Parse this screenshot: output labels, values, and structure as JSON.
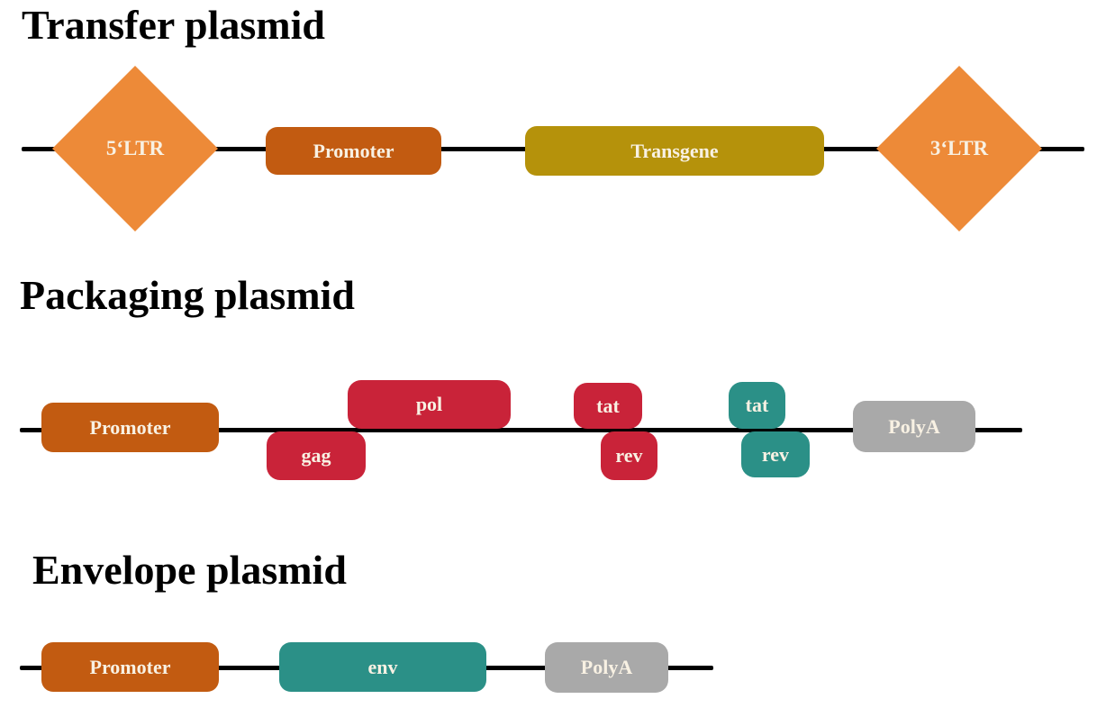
{
  "transfer": {
    "title": "Transfer plasmid",
    "segments": {
      "ltr5": "5‘LTR",
      "promoter": "Promoter",
      "transgene": "Transgene",
      "ltr3": "3‘LTR"
    }
  },
  "packaging": {
    "title": "Packaging plasmid",
    "segments": {
      "promoter": "Promoter",
      "gag": "gag",
      "pol": "pol",
      "tat_crimson": "tat",
      "rev_crimson": "rev",
      "tat_teal": "tat",
      "rev_teal": "rev",
      "polya": "PolyA"
    }
  },
  "envelope": {
    "title": "Envelope plasmid",
    "segments": {
      "promoter": "Promoter",
      "env": "env",
      "polya": "PolyA"
    }
  },
  "colors": {
    "ltr_orange": "#ED8A38",
    "promoter_orange": "#C25B11",
    "transgene_gold": "#B5920B",
    "gene_crimson": "#C92339",
    "gene_teal": "#2B9087",
    "polya_gray": "#A9A9A9",
    "backbone_black": "#000000",
    "label_cream": "#F8F1E3",
    "title_black": "#000000"
  }
}
